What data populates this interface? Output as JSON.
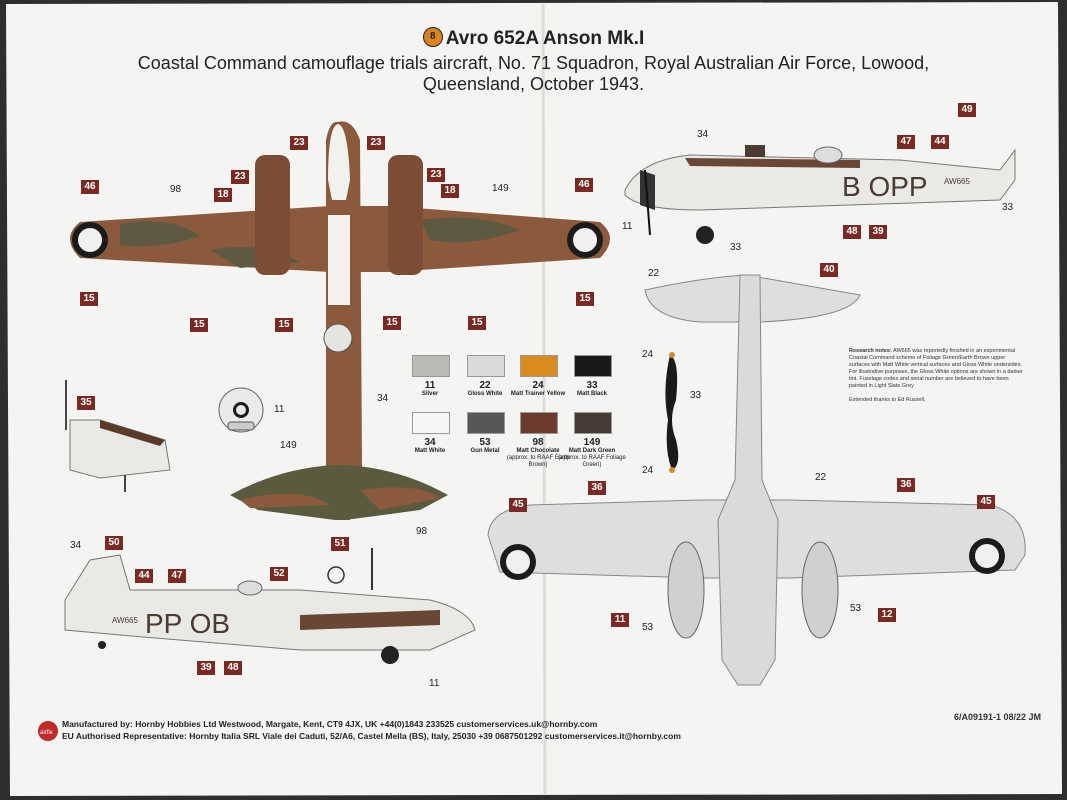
{
  "header": {
    "badge": "8",
    "title": "Avro 652A Anson Mk.I",
    "subtitle_line1": "Coastal Command camouflage trials aircraft, No. 71 Squadron, Royal Australian Air Force, Lowood,",
    "subtitle_line2": "Queensland, October 1943."
  },
  "colors": {
    "paper": "#f4f4f2",
    "chocolate": "#8b5a3c",
    "dark_green": "#5a5a3e",
    "white_airframe": "#e9e9e6",
    "silver": "#c9c9c6",
    "marker_box": "#7a2a22"
  },
  "markings": {
    "side_code_top": "B OPP",
    "side_code_bottom": "PP OB",
    "serial": "AW665"
  },
  "callouts": {
    "top_wing": [
      "46",
      "23",
      "23",
      "23",
      "23",
      "18",
      "18",
      "46",
      "15",
      "15",
      "15",
      "15",
      "15",
      "15"
    ],
    "top_wing_plain": [
      "98",
      "149"
    ],
    "fuselage_plain": [
      "34",
      "149",
      "98"
    ],
    "fuselage_box": [
      "51"
    ],
    "side_top_boxes": [
      "49",
      "47",
      "44",
      "48",
      "39"
    ],
    "side_top_plain": [
      "34",
      "11",
      "33",
      "33"
    ],
    "nose_box": [
      "35"
    ],
    "roundel_plain": [
      "11"
    ],
    "bottom_side_boxes": [
      "50",
      "44",
      "47",
      "52",
      "39",
      "48"
    ],
    "bottom_side_plain": [
      "34",
      "11"
    ],
    "under_boxes": [
      "40",
      "45",
      "36",
      "36",
      "45",
      "11",
      "12"
    ],
    "under_plain": [
      "22",
      "22",
      "53",
      "53",
      "24",
      "24",
      "33"
    ]
  },
  "paint_swatches": [
    {
      "code": "11",
      "name": "Silver",
      "note": "",
      "color": "#b9b9b6"
    },
    {
      "code": "22",
      "name": "Gloss White",
      "note": "",
      "color": "#dadad8"
    },
    {
      "code": "24",
      "name": "Matt Trainer Yellow",
      "note": "",
      "color": "#d98a1e"
    },
    {
      "code": "33",
      "name": "Matt Black",
      "note": "",
      "color": "#1a1718"
    },
    {
      "code": "34",
      "name": "Matt White",
      "note": "",
      "color": "#f6f6f4"
    },
    {
      "code": "53",
      "name": "Gun Metal",
      "note": "",
      "color": "#585756"
    },
    {
      "code": "98",
      "name": "Matt Chocolate",
      "note": "(approx. to RAAF Earth Brown)",
      "color": "#6b3b2c"
    },
    {
      "code": "149",
      "name": "Matt Dark Green",
      "note": "(approx. to RAAF Foliage Green)",
      "color": "#473b38"
    }
  ],
  "research_notes": {
    "heading": "Research notes:",
    "body": "AW665 was reportedly finished in an experimental Coastal Command scheme of Foliage Green/Earth Brown upper surfaces with Matt White vertical surfaces and Gloss White undersides. For illustrative purposes, the Gloss White options are shown in a darker tint. Fuselage codes and serial number are believed to have been painted in Light Slate Grey",
    "thanks": "Extended thanks to Ed Russell."
  },
  "footer": {
    "logo": "airfix",
    "line1": "Manufactured by: Hornby Hobbies Ltd Westwood, Margate, Kent, CT9 4JX, UK +44(0)1843 233525 customerservices.uk@hornby.com",
    "line2": "EU Authorised Representative: Hornby Italia SRL Viale dei Caduti, 52/A6, Castel Mella (BS), Italy, 25030 +39 0687501292 customerservices.it@hornby.com",
    "code": "6/A09191-1 08/22 JM"
  }
}
